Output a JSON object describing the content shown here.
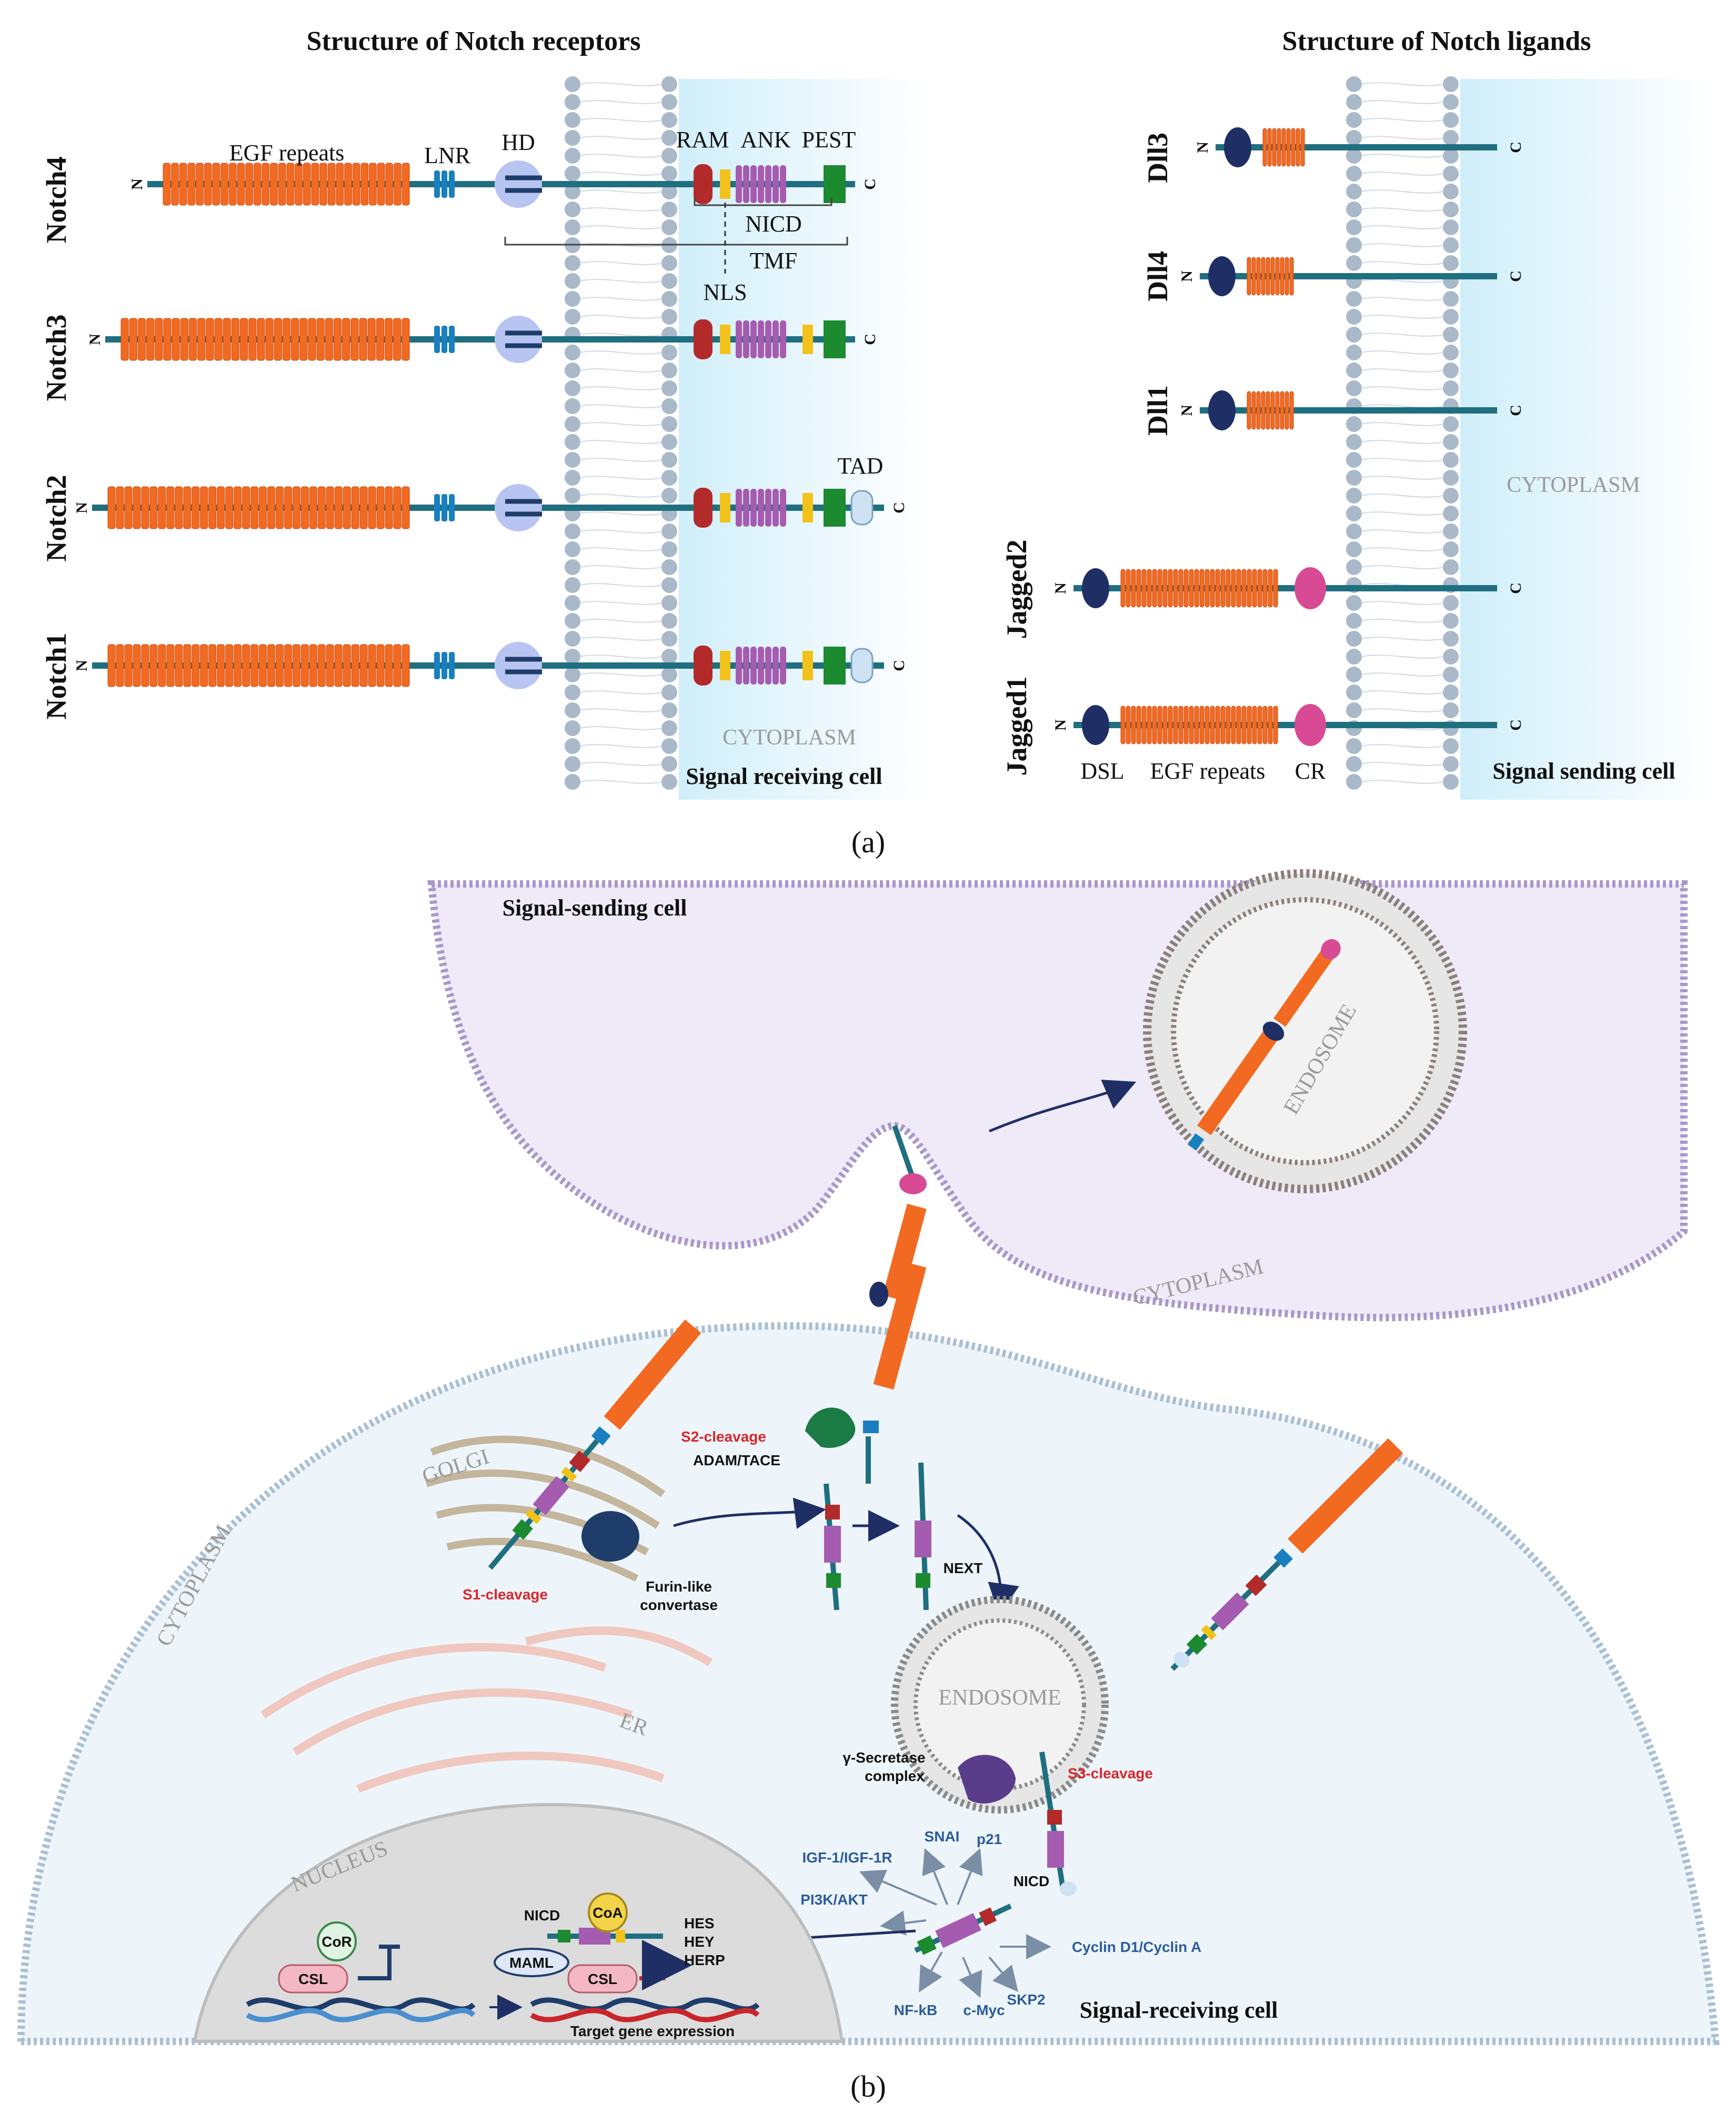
{
  "panel_a": {
    "title_receptors": "Structure of Notch receptors",
    "title_ligands": "Structure of Notch ligands",
    "receptors": [
      "Notch4",
      "Notch3",
      "Notch2",
      "Notch1"
    ],
    "ligands": [
      "Dll3",
      "Dll4",
      "Dll1",
      "Jagged2",
      "Jagged1"
    ],
    "domain_labels": {
      "egf": "EGF repeats",
      "lnr": "LNR",
      "hd": "HD",
      "ram": "RAM",
      "ank": "ANK",
      "pest": "PEST",
      "nicd": "NICD",
      "tmf": "TMF",
      "nls": "NLS",
      "tad": "TAD"
    },
    "ligand_labels": {
      "dsl": "DSL",
      "egf": "EGF repeats",
      "cr": "CR"
    },
    "terminus_n": "N",
    "terminus_c": "C",
    "cytoplasm": "CYTOPLASM",
    "receiving_cell": "Signal receiving cell",
    "sending_cell": "Signal sending cell",
    "label": "(a)"
  },
  "panel_b": {
    "signal_sending_cell": "Signal-sending cell",
    "signal_receiving_cell": "Signal-receiving cell",
    "cytoplasm_top": "CYTOPLASM",
    "cytoplasm_left": "CYTOPLASM",
    "endosome_top": "ENDOSOME",
    "endosome_mid": "ENDOSOME",
    "golgi": "GOLGI",
    "er": "ER",
    "nucleus": "NUCLEUS",
    "s1": "S1-cleavage",
    "s2": "S2-cleavage",
    "s3": "S3-cleavage",
    "adam": "ADAM/TACE",
    "furin": "Furin-like",
    "convertase": "convertase",
    "next": "NEXT",
    "gamma1": "γ-Secretase",
    "gamma2": "complex",
    "nicd": "NICD",
    "cor": "CoR",
    "coa": "CoA",
    "csl": "CSL",
    "maml": "MAML",
    "targets": [
      "HES",
      "HEY",
      "HERP"
    ],
    "target_expr": "Target gene expression",
    "pathways": {
      "igf": "IGF-1/IGF-1R",
      "pi3k": "PI3K/AKT",
      "snai": "SNAI",
      "p21": "p21",
      "cyclin": "Cyclin D1/Cyclin A",
      "skp2": "SKP2",
      "cmyc": "c-Myc",
      "nfkb": "NF-kB"
    },
    "label": "(b)"
  },
  "colors": {
    "egf": "#f26a21",
    "stalk": "#1f6f80",
    "lnr": "#1a7fc1",
    "hd": "#b8c4f2",
    "ram": "#b22a2a",
    "ank": "#a55cb0",
    "pest": "#1c8a2e",
    "tad": "#cfe2f3",
    "yellow": "#f2c21a",
    "dsl": "#1f2f66",
    "cr": "#d84a93",
    "membrane": "#a9b9c9",
    "cytoplasm": "#dff4fb",
    "sending_cell": "#efeaf7",
    "receiving_cell": "#eef5fa",
    "nucleus": "#dcdcdc"
  }
}
